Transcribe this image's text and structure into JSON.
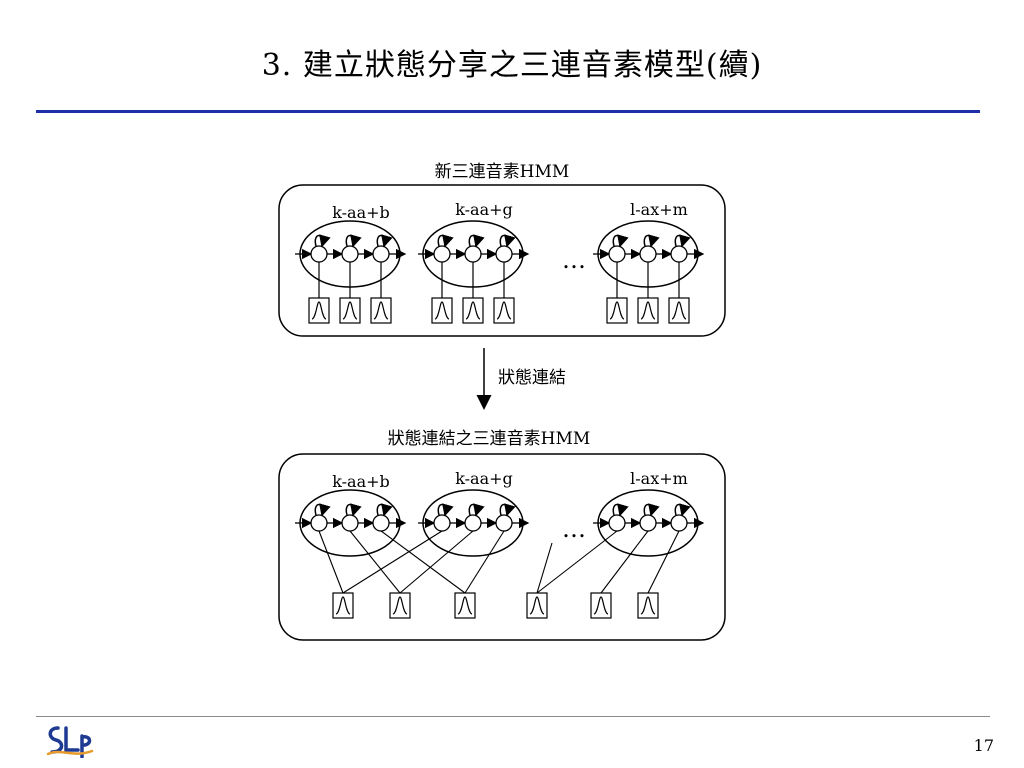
{
  "slide": {
    "title": "3. 建立狀態分享之三連音素模型(續)",
    "page_number": "17",
    "logo_text": "SLP"
  },
  "diagram": {
    "top_panel": {
      "title": "新三連音素HMM",
      "models": [
        "k-aa+b",
        "k-aa+g",
        "l-ax+m"
      ],
      "ellipsis": "…"
    },
    "arrow_label": "狀態連結",
    "bottom_panel": {
      "title": "狀態連結之三連音素HMM",
      "models": [
        "k-aa+b",
        "k-aa+g",
        "l-ax+m"
      ],
      "ellipsis": "…"
    }
  },
  "colors": {
    "title_rule": "#1f2fa8",
    "logo_blue": "#1f3a93",
    "logo_orange": "#e89a2c"
  }
}
